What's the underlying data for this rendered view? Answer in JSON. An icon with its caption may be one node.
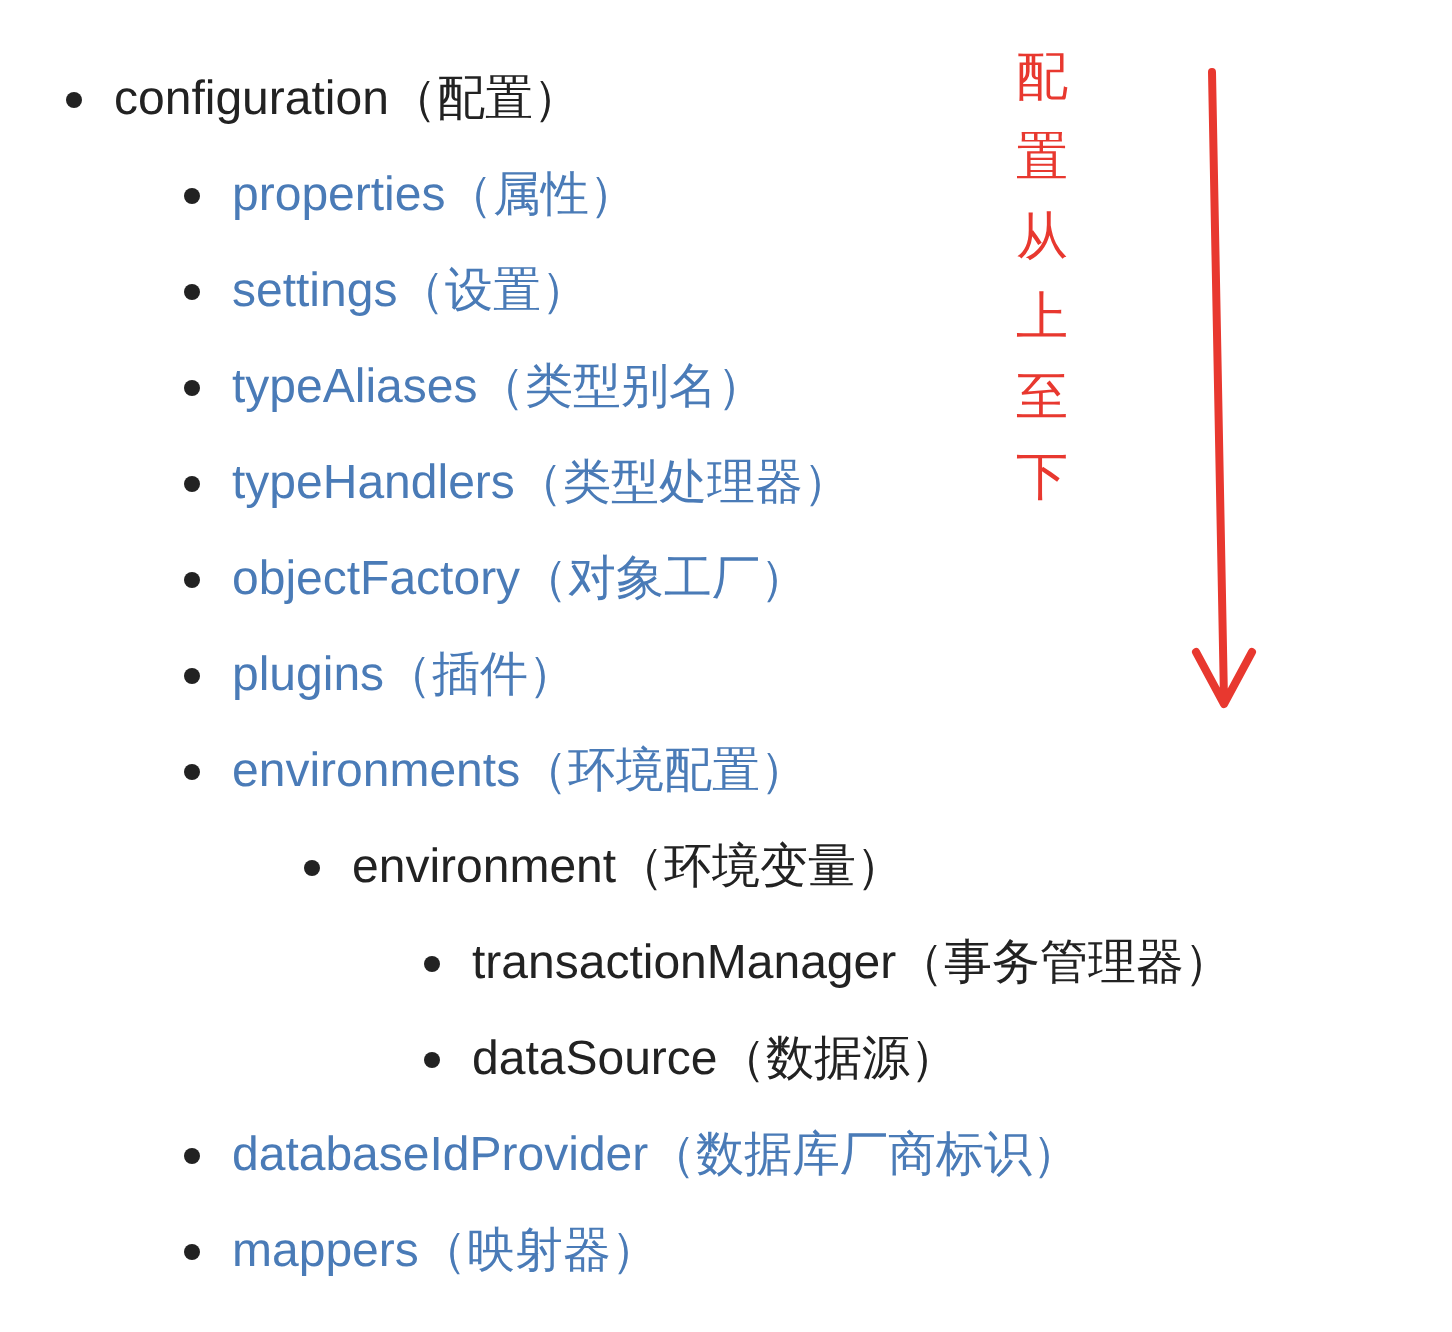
{
  "diagram": {
    "labels": [
      "configuration（配置）",
      "properties（属性）",
      "settings（设置）",
      "typeAliases（类型别名）",
      "typeHandlers（类型处理器）",
      "objectFactory（对象工厂）",
      "plugins（插件）",
      "environments（环境配置）",
      "environment（环境变量）",
      "transactionManager（事务管理器）",
      "dataSource（数据源）",
      "databaseIdProvider（数据库厂商标识）",
      "mappers（映射器）",
      "配置从上至下"
    ]
  }
}
